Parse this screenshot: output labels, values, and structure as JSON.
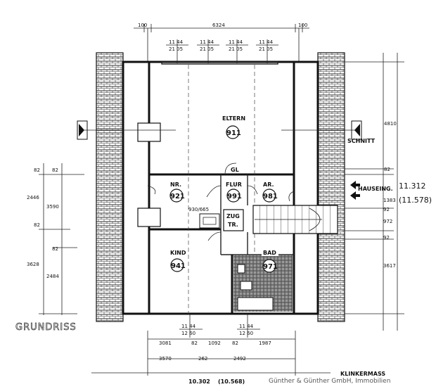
{
  "title": "GRUNDRISS",
  "watermark": "Günther & Günther GmbH, Immobilien",
  "labels": {
    "schnitt": "SCHNITT",
    "hauseing": "HAUSEING.",
    "klinkermass": "KLINKERMASS",
    "gl": "GL",
    "zug": "ZUG",
    "tr": "TR.",
    "door_size": "930/665"
  },
  "rooms": [
    {
      "name": "ELTERN",
      "number": "911"
    },
    {
      "name": "NR.",
      "number": "921"
    },
    {
      "name": "FLUR",
      "number": "991"
    },
    {
      "name": "AR.",
      "number": "981"
    },
    {
      "name": "KIND",
      "number": "941"
    },
    {
      "name": "BAD",
      "number": "971"
    }
  ],
  "dimensions": {
    "top_overall": "6324",
    "top_left_end": "100",
    "top_right_end": "100",
    "window_top": "11 44",
    "window_bottom": "21 05",
    "left_outer_1": "2446",
    "left_outer_2": "3628",
    "left_inner_top_a": "82",
    "left_inner_top_b": "82",
    "left_inner_1": "3590",
    "left_inner_2": "82",
    "left_inner_3": "82",
    "left_inner_4": "2484",
    "right_a": "4810",
    "right_b": "82",
    "right_c": "1383",
    "right_d": "92",
    "right_e": "972",
    "right_f": "92",
    "right_g": "3617",
    "right_total": "11.312",
    "right_total_alt": "(11.578)",
    "bottom_window_top": "11 44",
    "bottom_window_bottom": "12 60",
    "bottom_row1": [
      "3081",
      "82",
      "1092",
      "82",
      "1987"
    ],
    "bottom_row2": [
      "3570",
      "262",
      "2492"
    ],
    "bottom_total": "10.302",
    "bottom_total_alt": "(10.568)"
  }
}
